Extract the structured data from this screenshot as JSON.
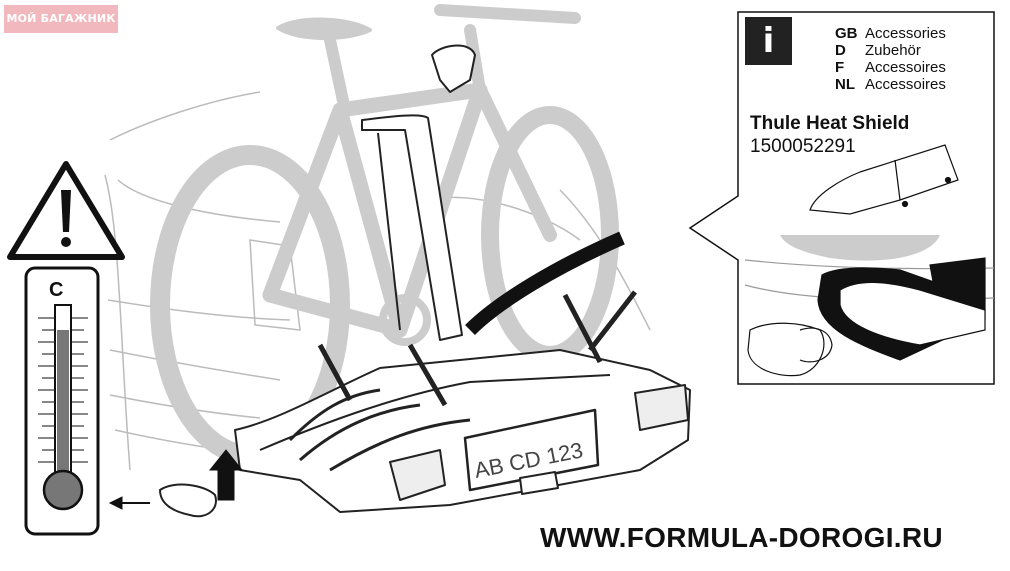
{
  "watermark": "МОЙ БАГАЖНИК",
  "website": "WWW.FORMULA-DOROGI.RU",
  "plate": "AB CD 123",
  "warning": {
    "icon": "warning-triangle-icon"
  },
  "thermometer": {
    "icon": "thermometer-icon",
    "unit": "C"
  },
  "info_panel": {
    "icon": "info-icon",
    "badge": "i",
    "languages": [
      {
        "code": "GB",
        "label": "Accessories"
      },
      {
        "code": "D",
        "label": "Zubehör"
      },
      {
        "code": "F",
        "label": "Accessoires"
      },
      {
        "code": "NL",
        "label": "Accessoires"
      }
    ],
    "product_name": "Thule Heat Shield",
    "product_code": "1500052291"
  },
  "colors": {
    "bike": "#cccccc",
    "watermark_bg": "#f1b9bd",
    "mercury": "#777777",
    "line": "#222222"
  }
}
